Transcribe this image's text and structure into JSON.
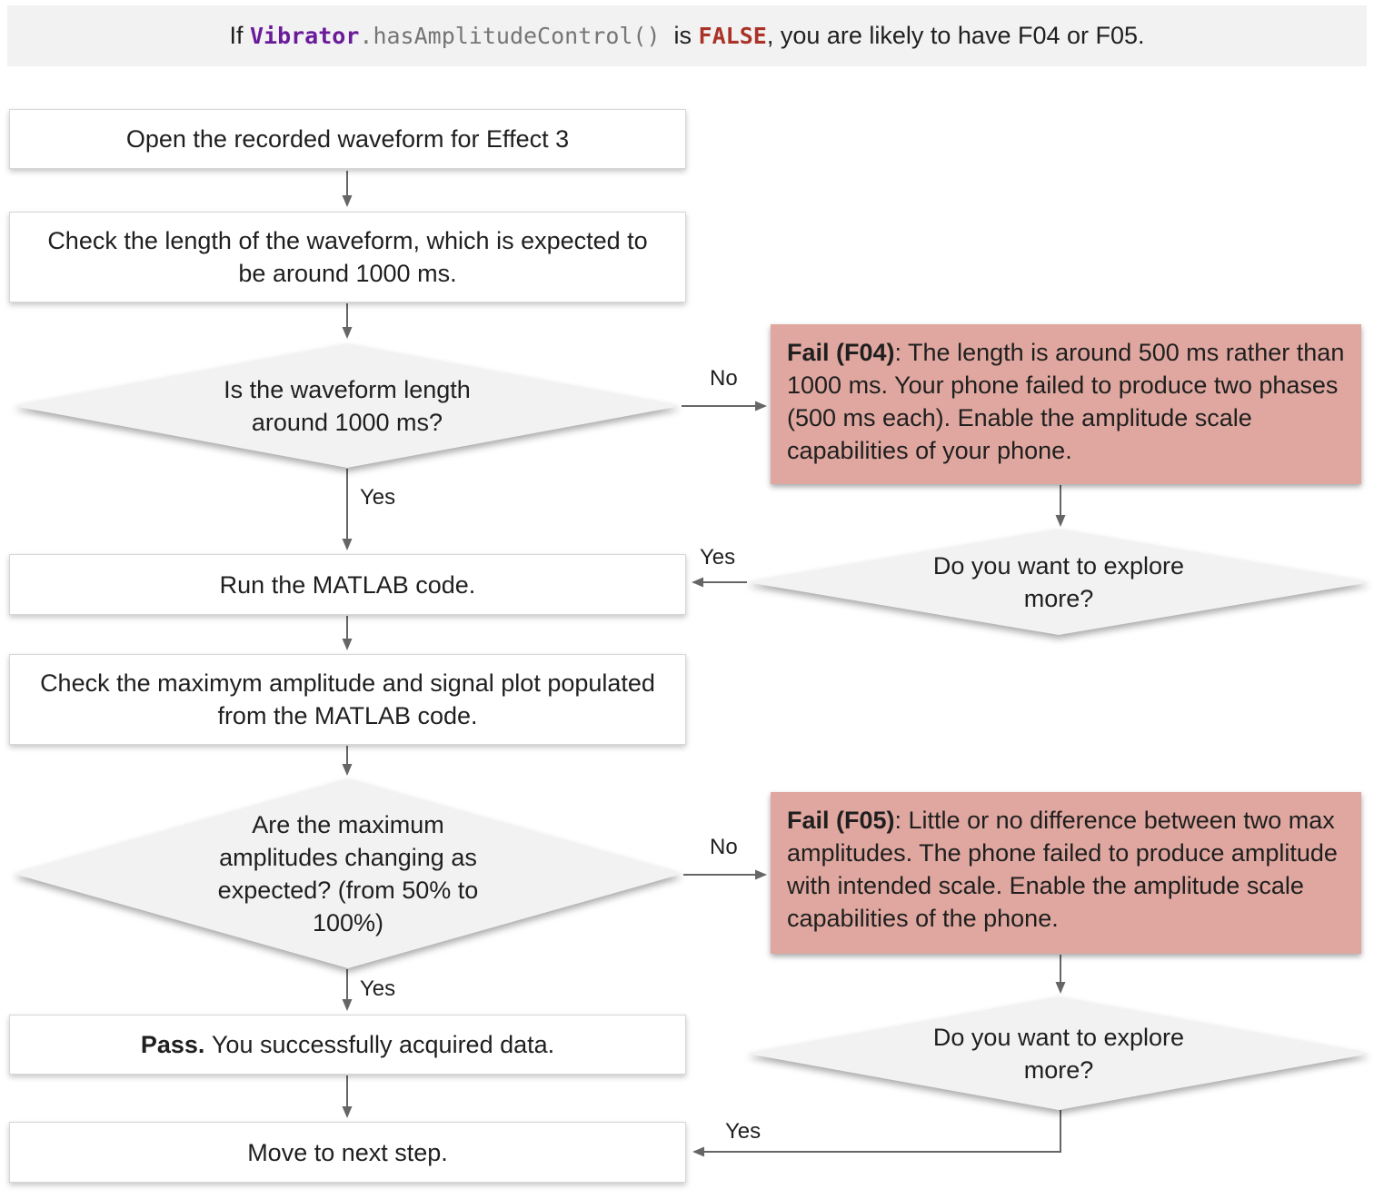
{
  "banner": {
    "prefix": "If ",
    "code_object": "Vibrator",
    "code_method": ".hasAmplitudeControl()",
    "middle": "  is ",
    "false_keyword": "FALSE",
    "suffix": ", you are likely to have F04 or F05."
  },
  "nodes": {
    "open_waveform": "Open the recorded waveform for Effect 3",
    "check_length": "Check the length of the waveform, which is expected to be around 1000 ms.",
    "length_question": "Is the waveform length\naround 1000 ms?",
    "run_matlab": "Run the MATLAB code.",
    "check_amplitude": "Check the maximym amplitude and signal plot populated from the MATLAB code.",
    "amplitude_question": "Are the maximum\namplitudes changing as\nexpected? (from 50% to\n100%)",
    "fail_f04_title": "Fail (F04)",
    "fail_f04_body": ": The length is around 500 ms rather than 1000 ms. Your phone failed to produce two phases (500 ms each). Enable the amplitude scale capabilities of your phone.",
    "explore_more_1": "Do you want to explore\nmore?",
    "fail_f05_title": "Fail (F05)",
    "fail_f05_body": ": Little or no difference between two max amplitudes. The phone failed to produce amplitude with intended scale. Enable the amplitude scale capabilities of the phone.",
    "explore_more_2": "Do you want to explore\nmore?",
    "pass_title": "Pass.",
    "pass_body": " You successfully acquired data.",
    "move_next": "Move to next step."
  },
  "edge_labels": {
    "length_yes": "Yes",
    "length_no": "No",
    "explore1_yes": "Yes",
    "amplitude_yes": "Yes",
    "amplitude_no": "No",
    "explore2_yes": "Yes"
  },
  "colors": {
    "banner_bg": "#f2f2f3",
    "box_bg": "#ffffff",
    "box_border": "#d6d6d6",
    "diamond_bg": "#f2f2f2",
    "fail_bg": "#dfa79f",
    "arrow": "#666666",
    "text": "#1f1f1f",
    "code_purple": "#6a1b9a",
    "code_gray": "#757575",
    "false_red": "#aa3226"
  }
}
